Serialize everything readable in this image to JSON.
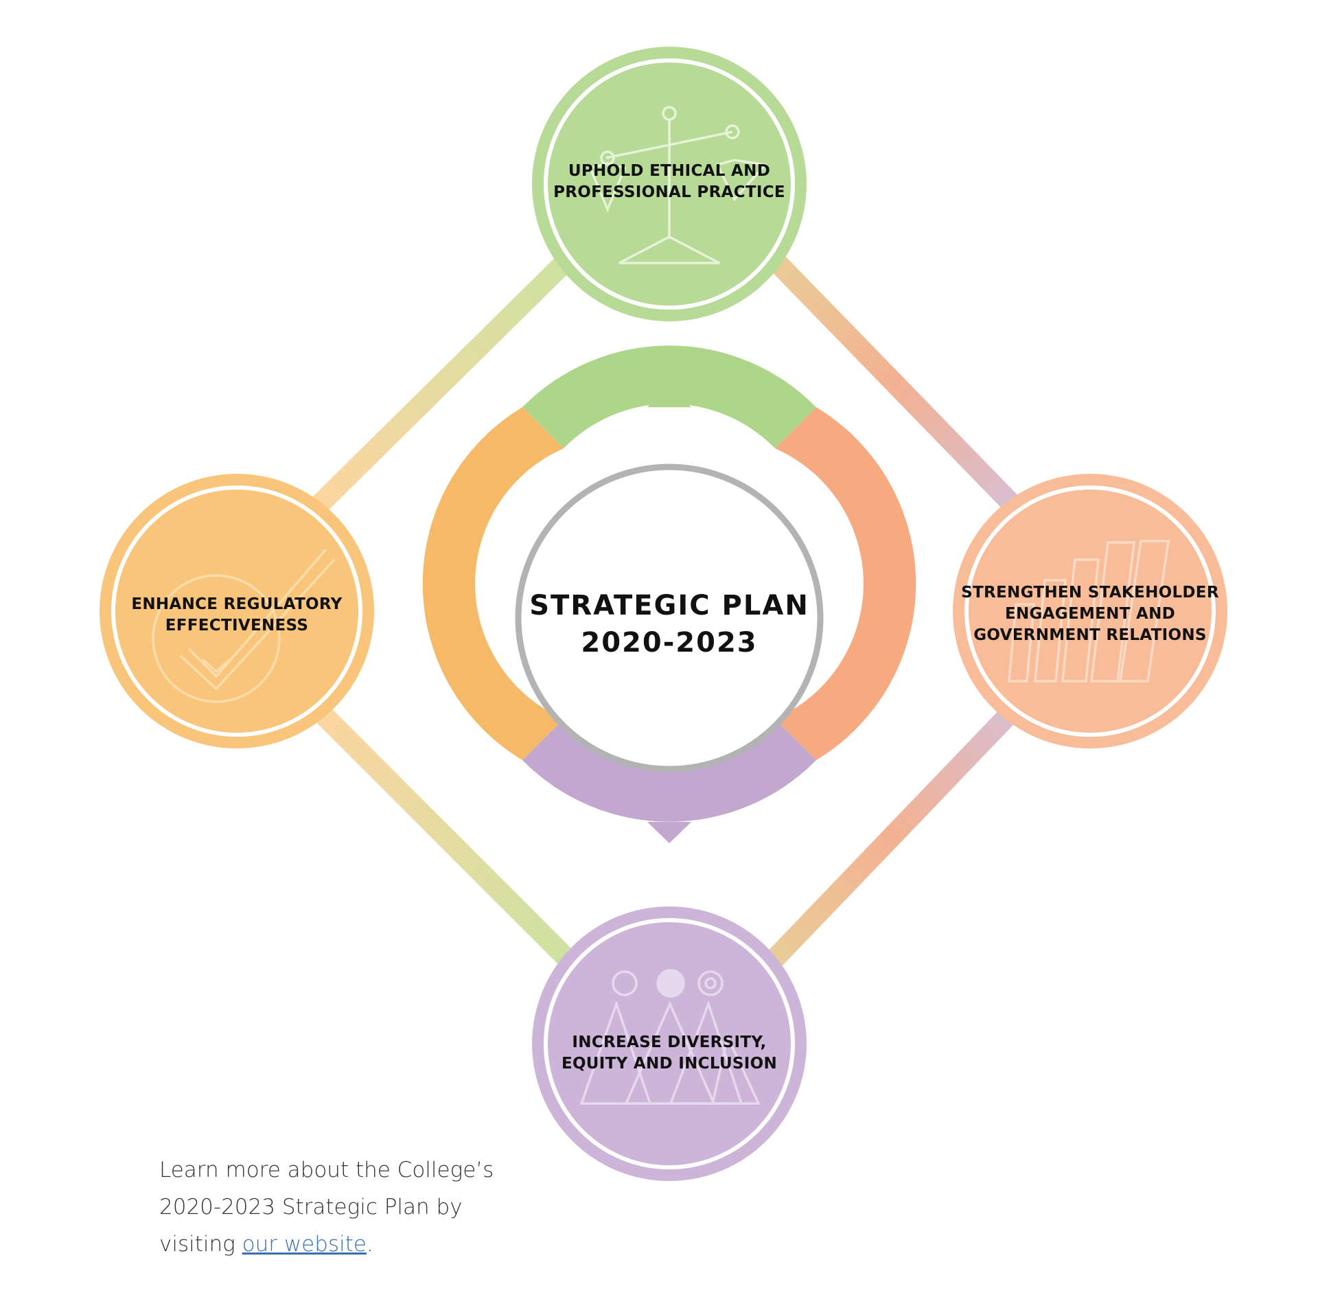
{
  "center": {
    "title_line1": "STRATEGIC PLAN",
    "title_line2": "2020-2023"
  },
  "nodes": {
    "top": {
      "line1": "UPHOLD ETHICAL AND",
      "line2": "PROFESSIONAL PRACTICE",
      "icon": "scales-icon",
      "color": "#b7da97"
    },
    "left": {
      "line1": "ENHANCE REGULATORY",
      "line2": "EFFECTIVENESS",
      "icon": "checkmark-icon",
      "color": "#f9c57a"
    },
    "right": {
      "line1": "STRENGTHEN STAKEHOLDER",
      "line2": "ENGAGEMENT AND",
      "line3": "GOVERNMENT RELATIONS",
      "icon": "bar-chart-icon",
      "color": "#f9bc98"
    },
    "bottom": {
      "line1": "INCREASE DIVERSITY,",
      "line2": "EQUITY AND INCLUSION",
      "icon": "people-icon",
      "color": "#cdb5d9"
    }
  },
  "ring_colors": {
    "top": "#aed68a",
    "right": "#f7a97f",
    "bottom": "#c2a7cf",
    "left": "#f6b967",
    "inner_border": "#b3b3b3"
  },
  "footer": {
    "line1": "Learn more about the College’s",
    "line2": "2020-2023 Strategic Plan by",
    "line3_prefix": "visiting ",
    "link_text": "our website",
    "line3_suffix": "."
  }
}
